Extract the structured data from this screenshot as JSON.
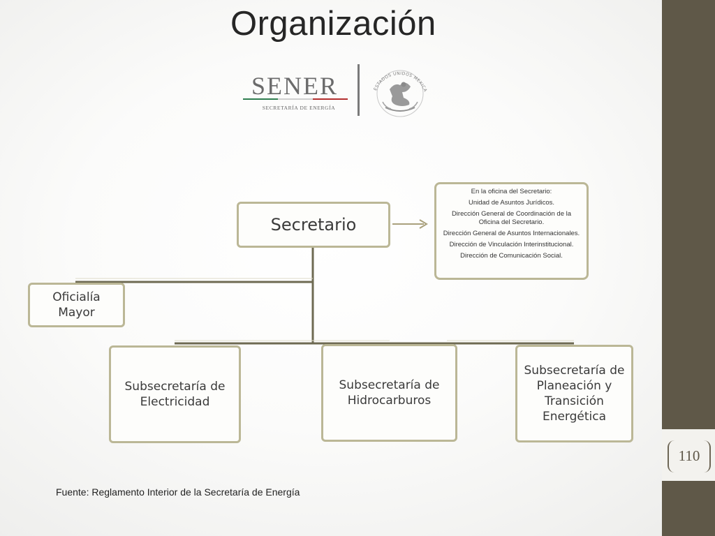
{
  "title": "Organización",
  "logo": {
    "name": "SENER",
    "subtitle": "SECRETARÍA DE ENERGÍA",
    "seal_text": "ESTADOS UNIDOS MEXICANOS"
  },
  "chart": {
    "root": "Secretario",
    "side": "Oficialía Mayor",
    "children": [
      "Subsecretaría de Electricidad",
      "Subsecretaría de Hidrocarburos",
      "Subsecretaría de Planeación y Transición Energética"
    ],
    "note_lines": [
      "En la oficina del Secretario:",
      "Unidad de Asuntos Jurídicos.",
      "Dirección General de Coordinación de la Oficina del Secretario.",
      "Dirección General de Asuntos Internacionales.",
      "Dirección de Vinculación Interinstitucional.",
      "Dirección de Comunicación Social."
    ]
  },
  "footer": "Fuente: Reglamento Interior de la Secretaría de Energía",
  "page_number": "110",
  "colors": {
    "sidebar": "#5f5848",
    "box_border": "#bbb796",
    "connector": "#6e6a52",
    "arrow": "#a9a07c"
  }
}
